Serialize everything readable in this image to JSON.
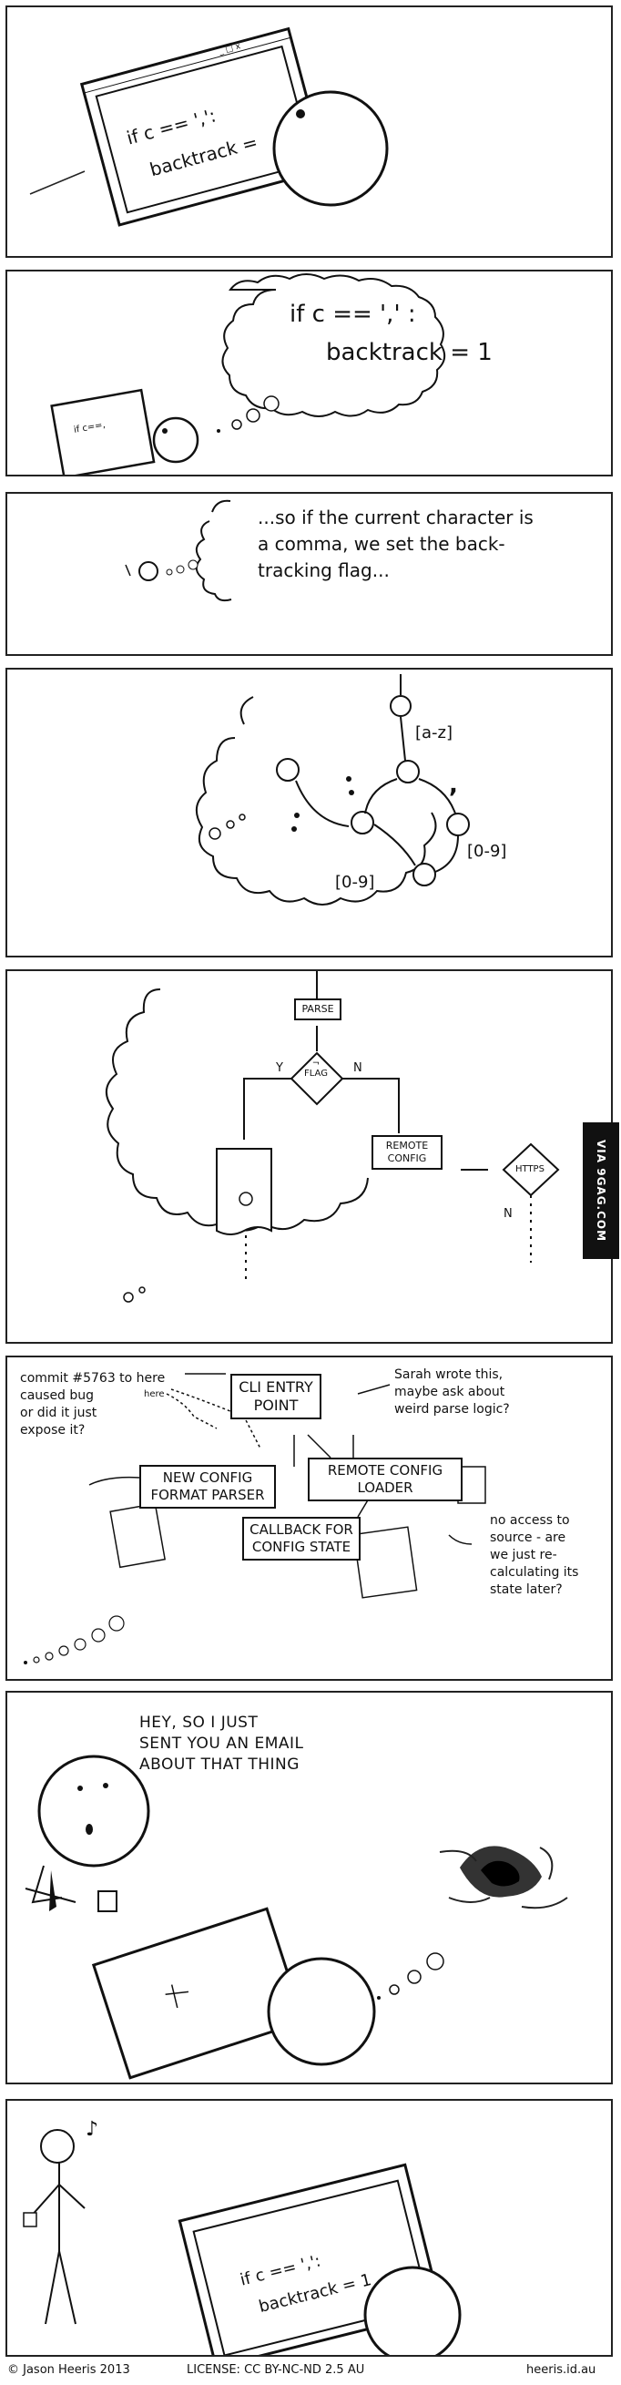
{
  "panel1": {
    "code_line1": "if c == ',':",
    "code_line2": "backtrack ="
  },
  "panel2": {
    "thought_line1": "if c == ',' :",
    "thought_line2": "backtrack = 1",
    "screen_text": "if c==,"
  },
  "panel3": {
    "thought": "...so if the current character is\na comma, we set the back-\ntracking flag..."
  },
  "panel4": {
    "label_az": "[a-z]",
    "label_09_right": "[0-9]",
    "label_09_left": "[0-9]",
    "comma": ","
  },
  "panel5": {
    "parse": "PARSE",
    "flag": "¬\nFLAG",
    "yes": "Y",
    "no": "N",
    "remote_config": "REMOTE\nCONFIG",
    "https": "HTTPS",
    "no2": "N"
  },
  "panel6": {
    "commit_note": "commit #5763 to here\ncaused bug\nor did it just\nexpose it?",
    "here_label": "here",
    "cli": "CLI ENTRY\nPOINT",
    "sarah_note": "Sarah wrote this,\nmaybe ask about\nweird parse logic?",
    "new_config": "NEW CONFIG\nFORMAT PARSER",
    "remote_loader": "REMOTE CONFIG\nLOADER",
    "callback": "CALLBACK FOR\nCONFIG STATE",
    "access_note": "no access to\nsource - are\nwe just re-\ncalculating its\nstate later?"
  },
  "panel7": {
    "speech": "HEY, SO I JUST\nSENT YOU AN EMAIL\nABOUT THAT THING"
  },
  "panel8": {
    "code_line1": "if c == ',':",
    "code_line2": "backtrack = 1"
  },
  "side_badge": "VIA 9GAG.COM",
  "footer": {
    "left": "© Jason Heeris 2013",
    "center": "LICENSE: CC BY-NC-ND 2.5 AU",
    "right": "heeris.id.au"
  }
}
